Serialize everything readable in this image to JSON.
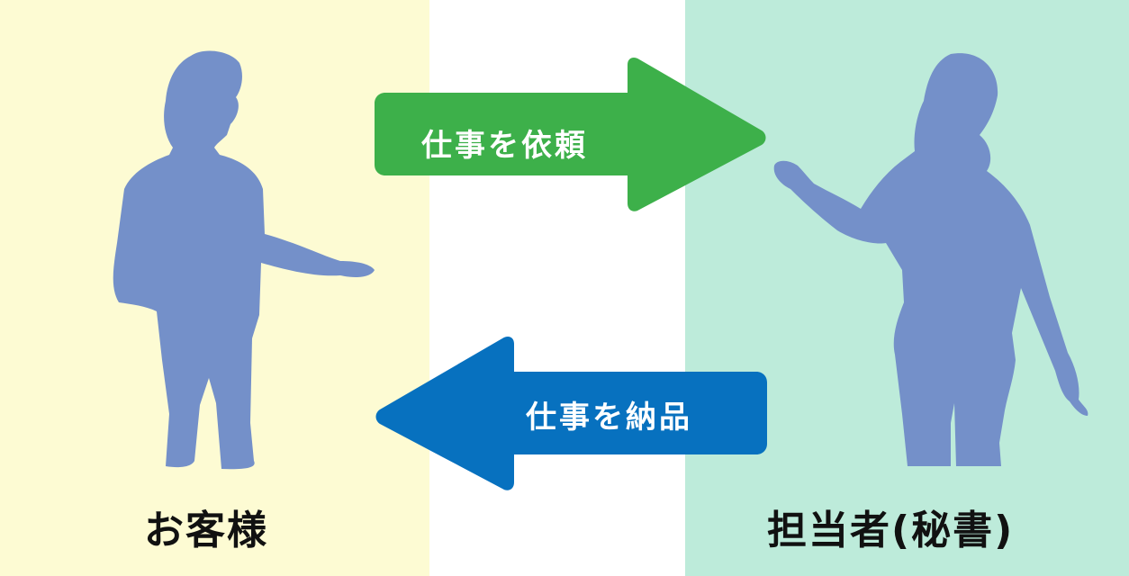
{
  "colors": {
    "left_bg": "#fdfbd3",
    "right_bg": "#bdebda",
    "silhouette": "#7490c9",
    "request_arrow": "#3db04a",
    "delivery_arrow": "#0771bf"
  },
  "flows": {
    "request_label": "仕事を依頼",
    "delivery_label": "仕事を納品"
  },
  "roles": {
    "client_label": "お客様",
    "assignee_label": "担当者(秘書)"
  }
}
